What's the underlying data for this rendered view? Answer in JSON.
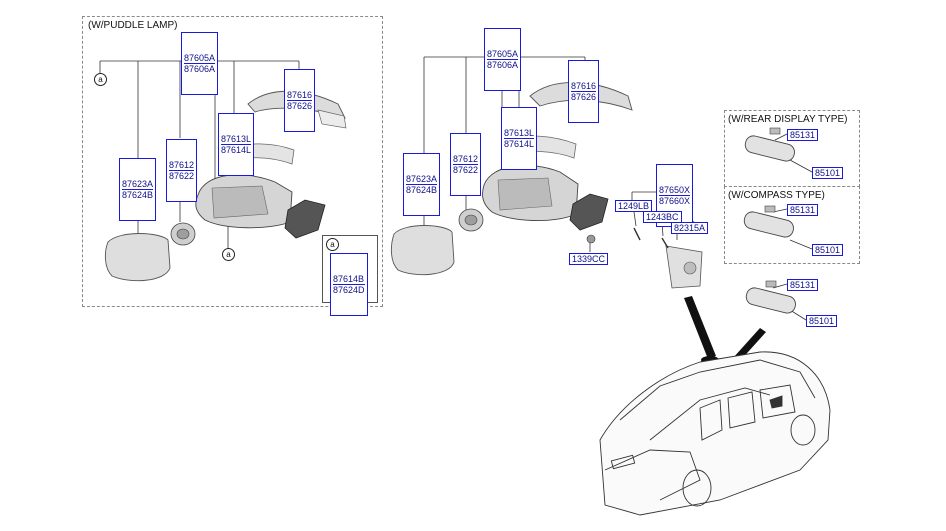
{
  "frames": {
    "puddle_lamp": "(W/PUDDLE LAMP)",
    "rear_display": "(W/REAR DISPLAY TYPE)",
    "compass": "(W/COMPASS TYPE)"
  },
  "callout": "a",
  "left": {
    "mirror_assy": [
      "87605A",
      "87606A"
    ],
    "cover_upper": [
      "87616",
      "87626"
    ],
    "lamp": [
      "87613L",
      "87614L"
    ],
    "actuator": [
      "87612",
      "87622"
    ],
    "glass": [
      "87623A",
      "87624B"
    ],
    "puddle_lamp": [
      "87614B",
      "87624D"
    ]
  },
  "mid": {
    "mirror_assy": [
      "87605A",
      "87606A"
    ],
    "cover_upper": [
      "87616",
      "87626"
    ],
    "lamp": [
      "87613L",
      "87614L"
    ],
    "actuator": [
      "87612",
      "87622"
    ],
    "glass": [
      "87623A",
      "87624B"
    ],
    "bracket": [
      "87650X",
      "87660X"
    ],
    "screw_a": "1249LB",
    "screw_b": "1243BC",
    "nut": "82315A",
    "clip": "1339CC"
  },
  "inside_mirrors": {
    "rear_display": {
      "cover": "85131",
      "mirror": "85101"
    },
    "compass": {
      "cover": "85131",
      "mirror": "85101"
    },
    "standard": {
      "cover": "85131",
      "mirror": "85101"
    }
  }
}
